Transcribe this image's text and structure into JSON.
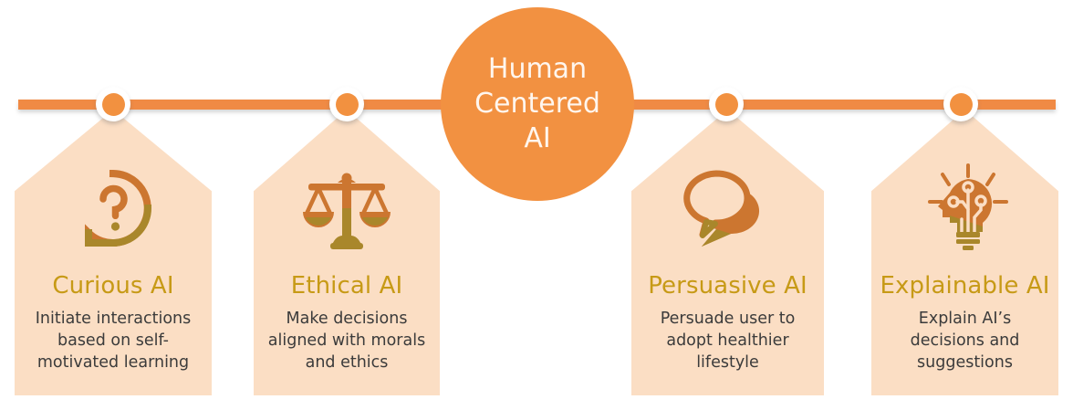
{
  "hub": {
    "label": "Human\nCentered\nAI",
    "color": "#F29141",
    "text_color": "#FFF6EE"
  },
  "timeline": {
    "color": "#F08A44",
    "node_fill": "#F29140",
    "node_ring": "#FFFFFF"
  },
  "theme": {
    "card_bg": "#FBDEC4",
    "title_color": "#C79A16",
    "body_color": "#3B3B3B",
    "icon_orange": "#CC7630",
    "icon_gold": "#A9872B"
  },
  "cards": [
    {
      "title": "Curious AI",
      "desc": "Initiate interactions based on self-motivated learning",
      "icon": "question-bubble-icon"
    },
    {
      "title": "Ethical AI",
      "desc": "Make decisions aligned with morals and ethics",
      "icon": "balance-scale-icon"
    },
    {
      "title": "Persuasive AI",
      "desc": "Persuade user to adopt healthier lifestyle",
      "icon": "speech-bubbles-icon"
    },
    {
      "title": "Explainable AI",
      "desc": "Explain AI’s decisions and suggestions",
      "icon": "head-lightbulb-icon"
    }
  ]
}
